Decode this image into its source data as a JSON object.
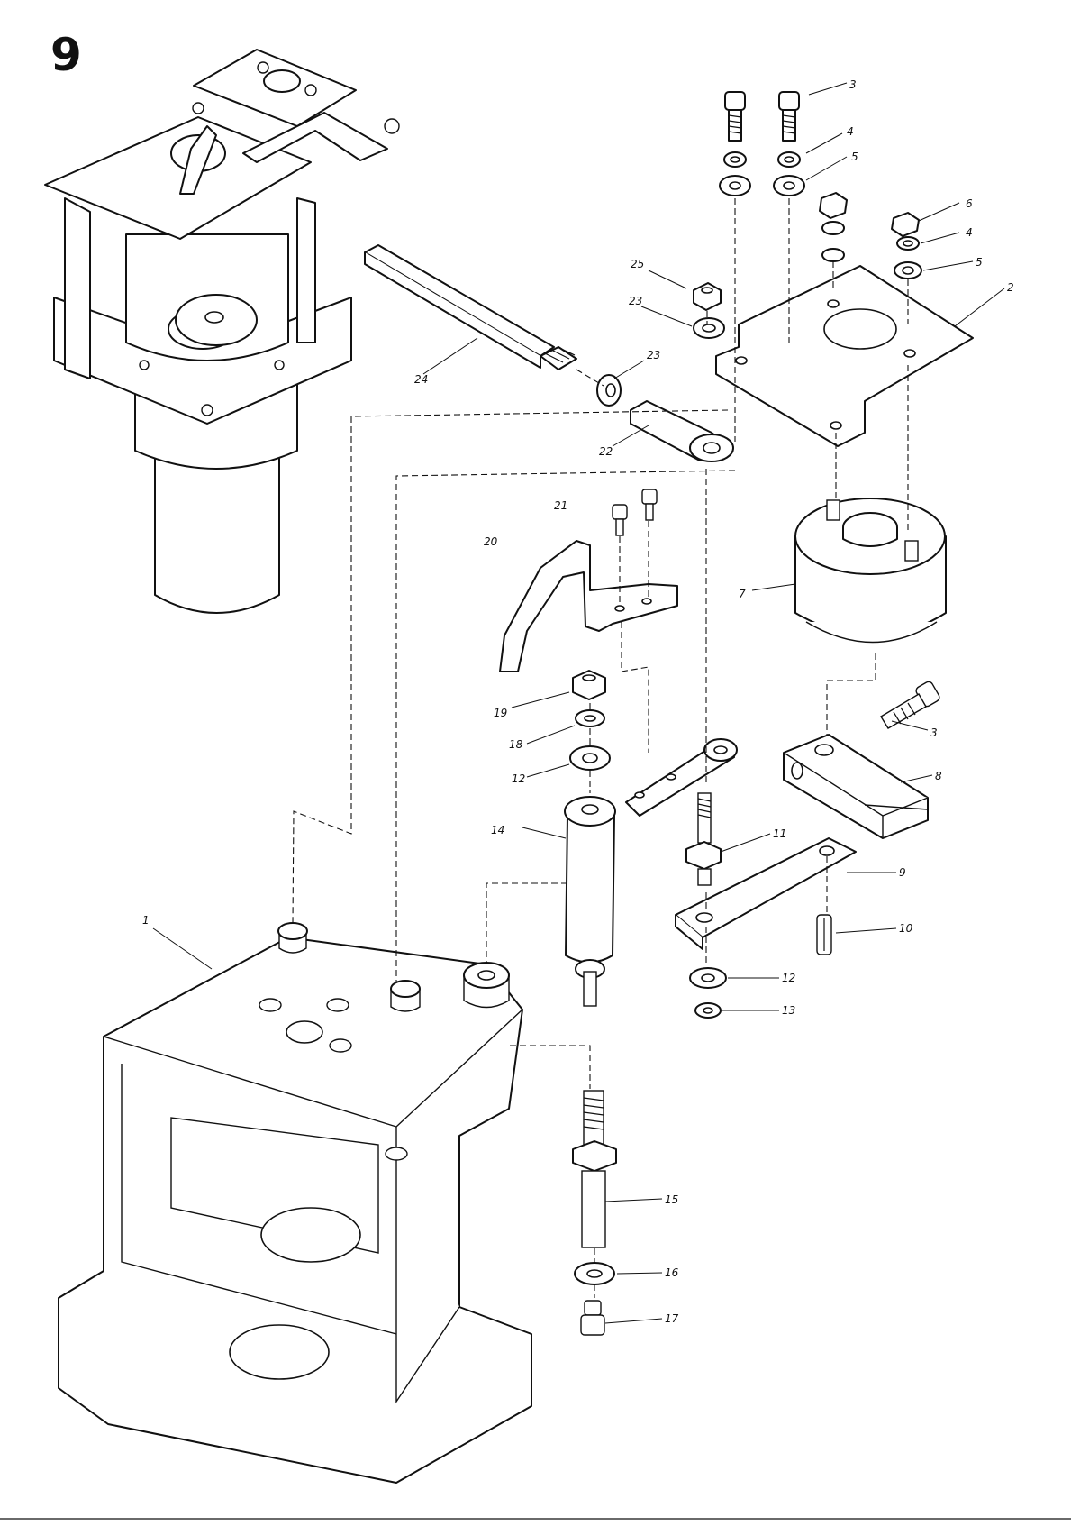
{
  "figure": {
    "number": "9"
  },
  "callouts": [
    {
      "id": "c1",
      "label": "1"
    },
    {
      "id": "c2",
      "label": "2"
    },
    {
      "id": "c3a",
      "label": "3"
    },
    {
      "id": "c3b",
      "label": "3"
    },
    {
      "id": "c4a",
      "label": "4"
    },
    {
      "id": "c4b",
      "label": "4"
    },
    {
      "id": "c5a",
      "label": "5"
    },
    {
      "id": "c5b",
      "label": "5"
    },
    {
      "id": "c6",
      "label": "6"
    },
    {
      "id": "c7",
      "label": "7"
    },
    {
      "id": "c8",
      "label": "8"
    },
    {
      "id": "c9",
      "label": "9"
    },
    {
      "id": "c10",
      "label": "10"
    },
    {
      "id": "c11",
      "label": "11"
    },
    {
      "id": "c12a",
      "label": "12"
    },
    {
      "id": "c12b",
      "label": "12"
    },
    {
      "id": "c13",
      "label": "13"
    },
    {
      "id": "c14",
      "label": "14"
    },
    {
      "id": "c15",
      "label": "15"
    },
    {
      "id": "c16",
      "label": "16"
    },
    {
      "id": "c17",
      "label": "17"
    },
    {
      "id": "c18",
      "label": "18"
    },
    {
      "id": "c19",
      "label": "19"
    },
    {
      "id": "c20",
      "label": "20"
    },
    {
      "id": "c21",
      "label": "21"
    },
    {
      "id": "c22",
      "label": "22"
    },
    {
      "id": "c23a",
      "label": "23"
    },
    {
      "id": "c23b",
      "label": "23"
    },
    {
      "id": "c24",
      "label": "24"
    },
    {
      "id": "c25",
      "label": "25"
    }
  ]
}
